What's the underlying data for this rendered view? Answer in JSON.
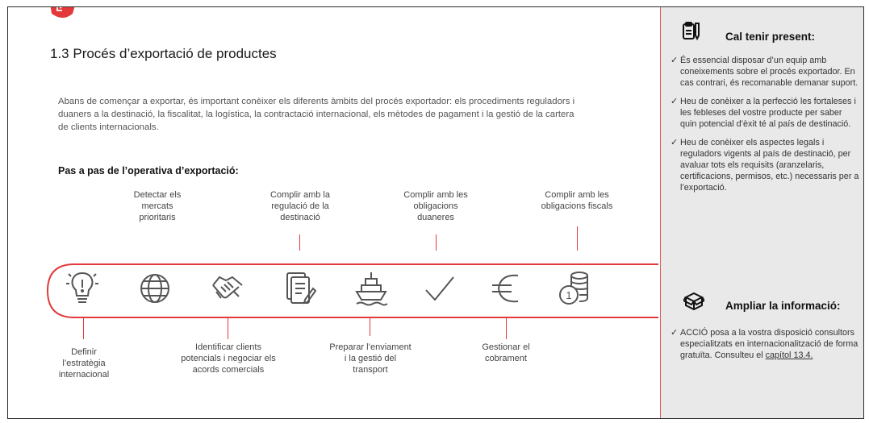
{
  "section_title": "1.3 Procés d’exportació de productes",
  "intro_text": "Abans de començar a exportar, és important conèixer els diferents àmbits del procés exportador: els procediments reguladors i duaners a la destinació, la fiscalitat, la logística, la contractació internacional, els mètodes de pagament i la gestió de la cartera de clients internacionals.",
  "steps_heading": "Pas a pas de l’operativa d’exportació:",
  "steps_top": [
    {
      "label": "Detectar els mercats prioritaris"
    },
    {
      "label": "Complir amb la regulació de la destinació"
    },
    {
      "label": "Complir amb les obligacions duaneres"
    },
    {
      "label": "Complir amb les obligacions fiscals"
    }
  ],
  "steps_bottom": [
    {
      "label": "Definir l’estratègia internacional"
    },
    {
      "label": "Identificar clients potencials i negociar els acords comercials"
    },
    {
      "label": "Preparar l’enviament i la gestió del transport"
    },
    {
      "label": "Gestionar el cobrament"
    }
  ],
  "icons": [
    "lightbulb-icon",
    "globe-icon",
    "handshake-icon",
    "document-edit-icon",
    "ship-icon",
    "checkmark-icon",
    "euro-icon",
    "coins-icon"
  ],
  "sidebar": {
    "note_title": "Cal tenir present:",
    "note_items": [
      "És essencial disposar d’un equip amb coneixements sobre el procés exportador. En cas contrari, és recomanable demanar suport.",
      "Heu de conèixer a la perfecció les fortaleses i les febleses del vostre producte per saber quin potencial d’èxit té al país de destinació.",
      "Heu de conèixer els aspectes legals i reguladors vigents al país de destinació, per avaluar tots els requisits (aranzelaris, certificacions, permisos, etc.) necessaris per a l’exportació."
    ],
    "more_title": "Ampliar la informació:",
    "more_text": "ACCIÓ posa a la vostra disposició consultors especialitzats en internacionalització de forma gratuïta. Consulteu el",
    "more_link": "capítol 13.4.",
    "check_mark": "✓"
  },
  "colors": {
    "accent": "#e23a3a",
    "sidebar_bg": "#e9e9e9",
    "icon_gray": "#555555"
  }
}
